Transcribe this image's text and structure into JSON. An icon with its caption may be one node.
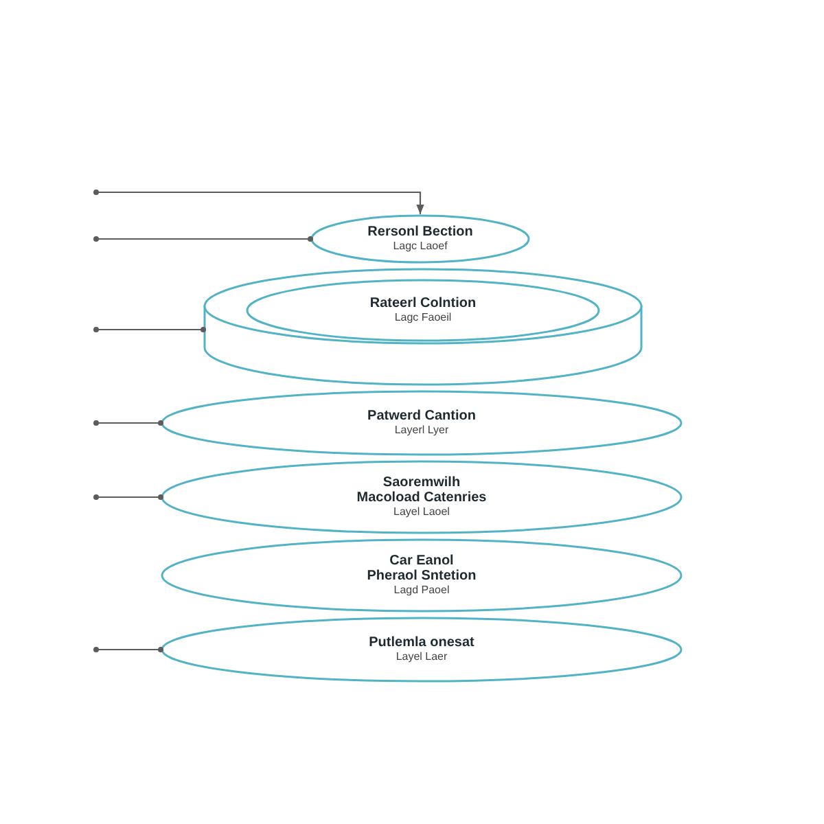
{
  "diagram": {
    "nodes": [
      {
        "text": [
          "Rersonl Bection",
          "Lagc Laoef"
        ]
      },
      {
        "text": [
          "Rateerl Colntion",
          "Lagc Faoeil"
        ]
      },
      {
        "text": [
          "Patwerd Cantion",
          "Layerl Lyer"
        ]
      },
      {
        "text": [
          "Saoremwilh Macoload Catenries",
          "Layel Laoel"
        ]
      },
      {
        "text": [
          "Car Eanol Pheraol Sntetion",
          "Lagd Paoel"
        ]
      },
      {
        "text": [
          "Putlemla onesat",
          "Layel Laer"
        ]
      }
    ],
    "edges": [
      {
        "from": null,
        "to": 0,
        "arrow": "to"
      },
      {
        "from": null,
        "to": 0,
        "arrow": "other"
      },
      {
        "from": null,
        "to": 1,
        "arrow": "other"
      },
      {
        "from": null,
        "to": 2,
        "arrow": "other"
      },
      {
        "from": null,
        "to": 3,
        "arrow": "other"
      },
      {
        "from": null,
        "to": 5,
        "arrow": "other"
      }
    ]
  }
}
